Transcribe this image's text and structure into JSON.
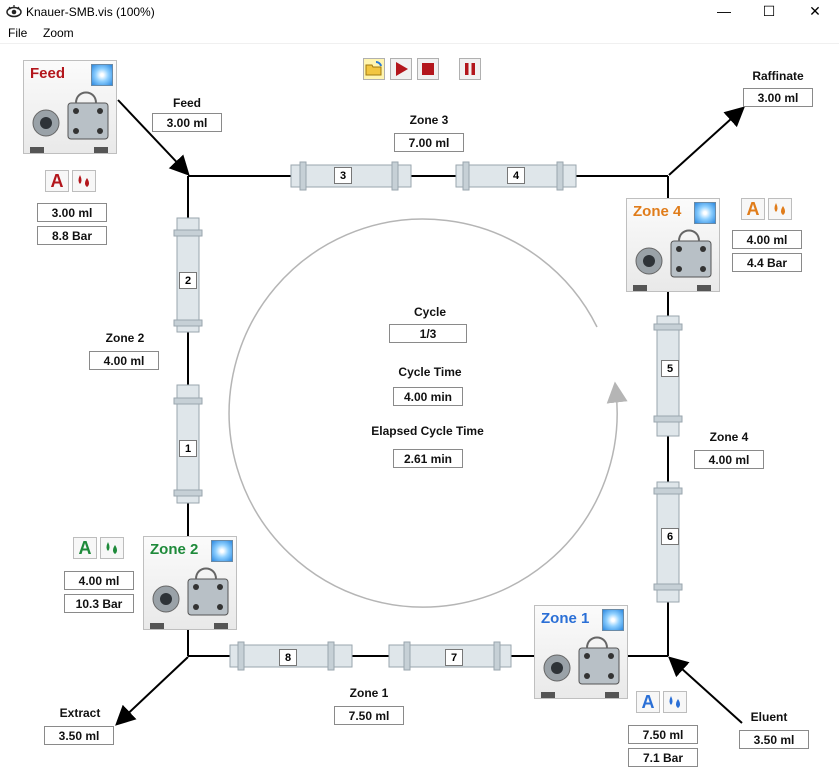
{
  "window": {
    "title": "Knauer-SMB.vis (100%)",
    "minimize": "—",
    "maximize": "☐",
    "close": "✕"
  },
  "menu": {
    "file": "File",
    "zoom": "Zoom"
  },
  "toolbar": {
    "open": "open",
    "play": "play",
    "stop": "stop",
    "pause": "pause"
  },
  "feed": {
    "label": "Feed",
    "flow_label": "Feed",
    "flow": "3.00 ml",
    "volume": "3.00 ml",
    "pressure": "8.8 Bar",
    "badge": "A"
  },
  "raffinate": {
    "label": "Raffinate",
    "value": "3.00 ml"
  },
  "extract": {
    "label": "Extract",
    "value": "3.50 ml"
  },
  "eluent": {
    "label": "Eluent",
    "value": "3.50 ml"
  },
  "zone1": {
    "pump_label": "Zone 1",
    "label": "Zone 1",
    "value": "7.50 ml",
    "volume": "7.50 ml",
    "pressure": "7.1 Bar",
    "badge": "A"
  },
  "zone2": {
    "pump_label": "Zone 2",
    "label": "Zone 2",
    "value": "4.00 ml",
    "volume": "4.00 ml",
    "pressure": "10.3 Bar",
    "badge": "A"
  },
  "zone3": {
    "label": "Zone 3",
    "value": "7.00 ml"
  },
  "zone4": {
    "pump_label": "Zone 4",
    "label": "Zone 4",
    "value": "4.00 ml",
    "volume": "4.00 ml",
    "pressure": "4.4 Bar",
    "badge": "A"
  },
  "cycle": {
    "label": "Cycle",
    "value": "1/3",
    "time_label": "Cycle Time",
    "time_value": "4.00 min",
    "elapsed_label": "Elapsed Cycle Time",
    "elapsed_value": "2.61 min"
  },
  "columns": [
    "1",
    "2",
    "3",
    "4",
    "5",
    "6",
    "7",
    "8"
  ],
  "colors": {
    "feed": "#b3161c",
    "zone1": "#2a6fd6",
    "zone2": "#1e8a3a",
    "zone4": "#e07c1a",
    "line": "#000000"
  }
}
